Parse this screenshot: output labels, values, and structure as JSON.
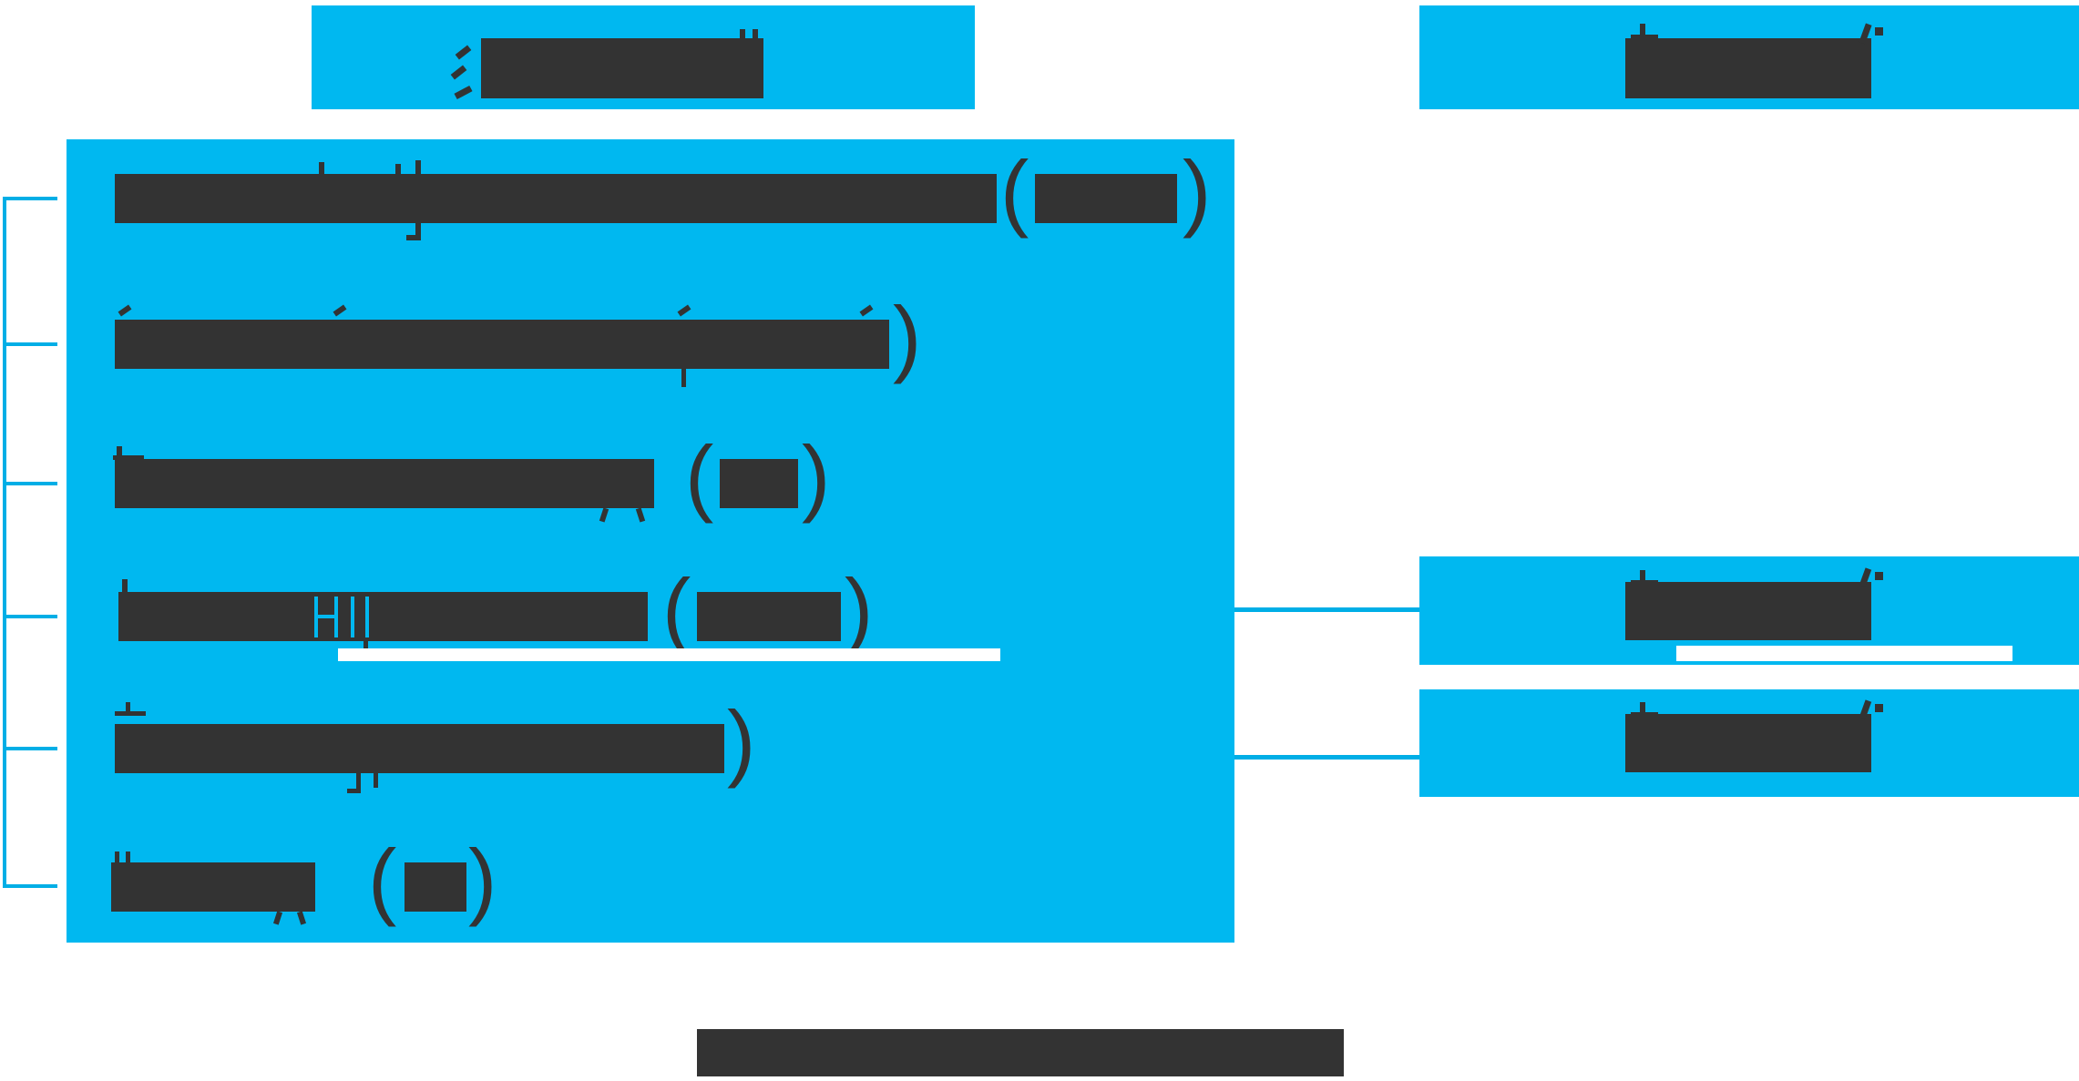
{
  "palette": {
    "accent": "#00b8f0",
    "line": "#00aee6",
    "ink": "#333333",
    "bg": "#ffffff"
  },
  "header_left": {
    "redacted": true,
    "visible_text": "",
    "fragment": "water-radical-stroke-fragment"
  },
  "header_right": {
    "redacted": true,
    "visible_text": "",
    "fragment": "hook-and-dot-stroke-fragment"
  },
  "list_rows": [
    {
      "redacted": true,
      "open_paren": "(",
      "close_paren": ")",
      "fragment": "vertical-knife-radical-strokes"
    },
    {
      "redacted": true,
      "open_paren": "",
      "close_paren": ")",
      "fragment": "speech-radical-top-dashes"
    },
    {
      "redacted": true,
      "open_paren": "(",
      "close_paren": ")",
      "fragment": "page-legs-descenders"
    },
    {
      "redacted": true,
      "open_paren": "(",
      "close_paren": ")",
      "fragment": "de-character-gaps"
    },
    {
      "redacted": true,
      "open_paren": "",
      "close_paren": ")",
      "fragment": "vertical-knife-radical-strokes"
    },
    {
      "redacted": true,
      "open_paren": "(",
      "close_paren": ")",
      "fragment": "page-legs-descenders"
    }
  ],
  "right_boxes": [
    {
      "redacted": true,
      "visible_text": "",
      "fragment": "cross-and-hook-stroke-fragments",
      "white_strip": true
    },
    {
      "redacted": true,
      "visible_text": "",
      "fragment": "cross-and-hook-stroke-fragments",
      "white_strip": false
    }
  ],
  "caption": {
    "redacted": true,
    "visible_text": ""
  }
}
